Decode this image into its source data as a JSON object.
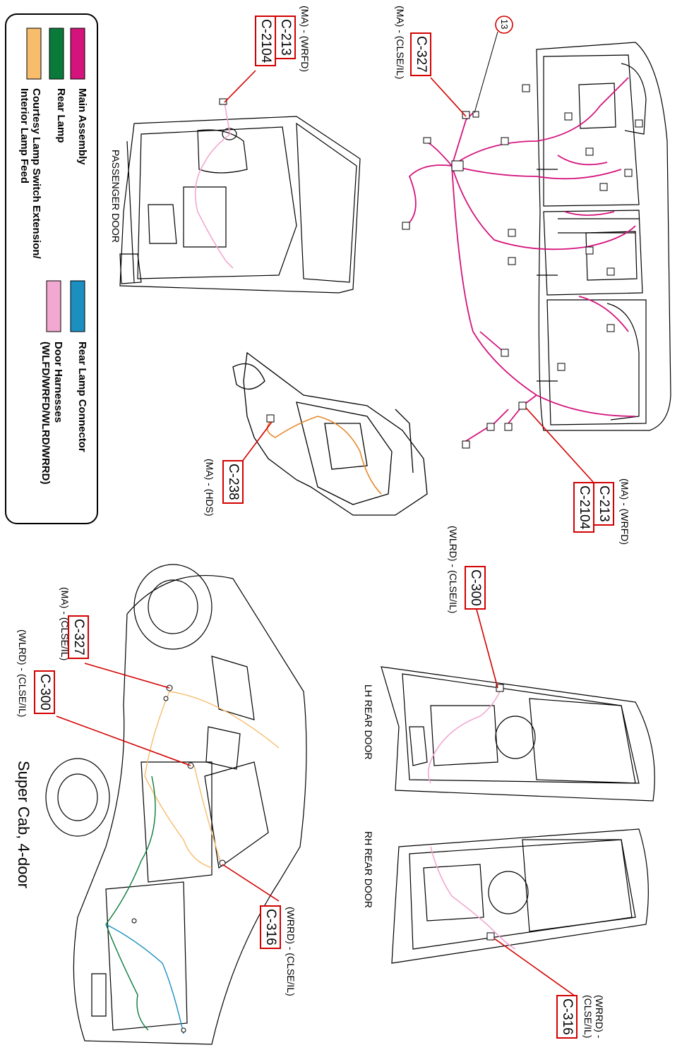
{
  "legend": {
    "items": [
      {
        "label": "Main Assembly",
        "color": "#d4147c"
      },
      {
        "label": "Rear Lamp",
        "color": "#0a7a3a"
      },
      {
        "label": "Courtesy Lamp Switch Extension/",
        "color": "#f7bc6c"
      },
      {
        "label": "Interior Lamp Feed",
        "color": ""
      },
      {
        "label": "Rear Lamp Connector",
        "color": "#1a8fc0"
      },
      {
        "label": "Door Harnesses",
        "color": "#f2a8d0"
      },
      {
        "label": "(WLFD/WRFD/WLRD/WRRD)",
        "color": ""
      }
    ]
  },
  "panels": {
    "passenger_door": {
      "title": "PASSENGER DOOR"
    },
    "lh_rear_door": {
      "title": "LH REAR DOOR"
    },
    "rh_rear_door": {
      "title": "RH REAR DOOR"
    },
    "vehicle": {
      "title": "Super Cab, 4-door"
    }
  },
  "callouts": {
    "pd_c213": {
      "desc": "(MA) - (WRFD)",
      "codes": [
        "C-213",
        "C-2104"
      ]
    },
    "dash_c327": {
      "desc": "(MA) - (CLSE/IL)",
      "codes": [
        "C-327"
      ]
    },
    "dash_ref": {
      "number": "13"
    },
    "dash_c213": {
      "desc": "(MA) - (WRFD)",
      "codes": [
        "C-213",
        "C-2104"
      ]
    },
    "col_c238": {
      "desc": "(MA) - (HDS)",
      "codes": [
        "C-238"
      ]
    },
    "lh_c300": {
      "desc": "(WLRD) - (CLSE/IL)",
      "codes": [
        "C-300"
      ]
    },
    "rh_c316": {
      "desc_line1": "(WRRD) -",
      "desc_line2": "(CLSE/IL)",
      "codes": [
        "C-316"
      ]
    },
    "veh_c327": {
      "desc": "(MA) - (CLSE/IL)",
      "codes": [
        "C-327"
      ]
    },
    "veh_c300": {
      "desc": "(WLRD) - (CLSE/IL)",
      "codes": [
        "C-300"
      ]
    },
    "veh_c316": {
      "desc": "(WRRD) - (CLSE/IL)",
      "codes": [
        "C-316"
      ]
    }
  },
  "colors": {
    "callout": "#d40000",
    "main_assembly": "#d4147c",
    "rear_lamp": "#0a7a3a",
    "courtesy": "#f7bc6c",
    "rear_lamp_connector": "#1a8fc0",
    "door": "#f2a8d0",
    "column_harness": "#e68a2e"
  }
}
